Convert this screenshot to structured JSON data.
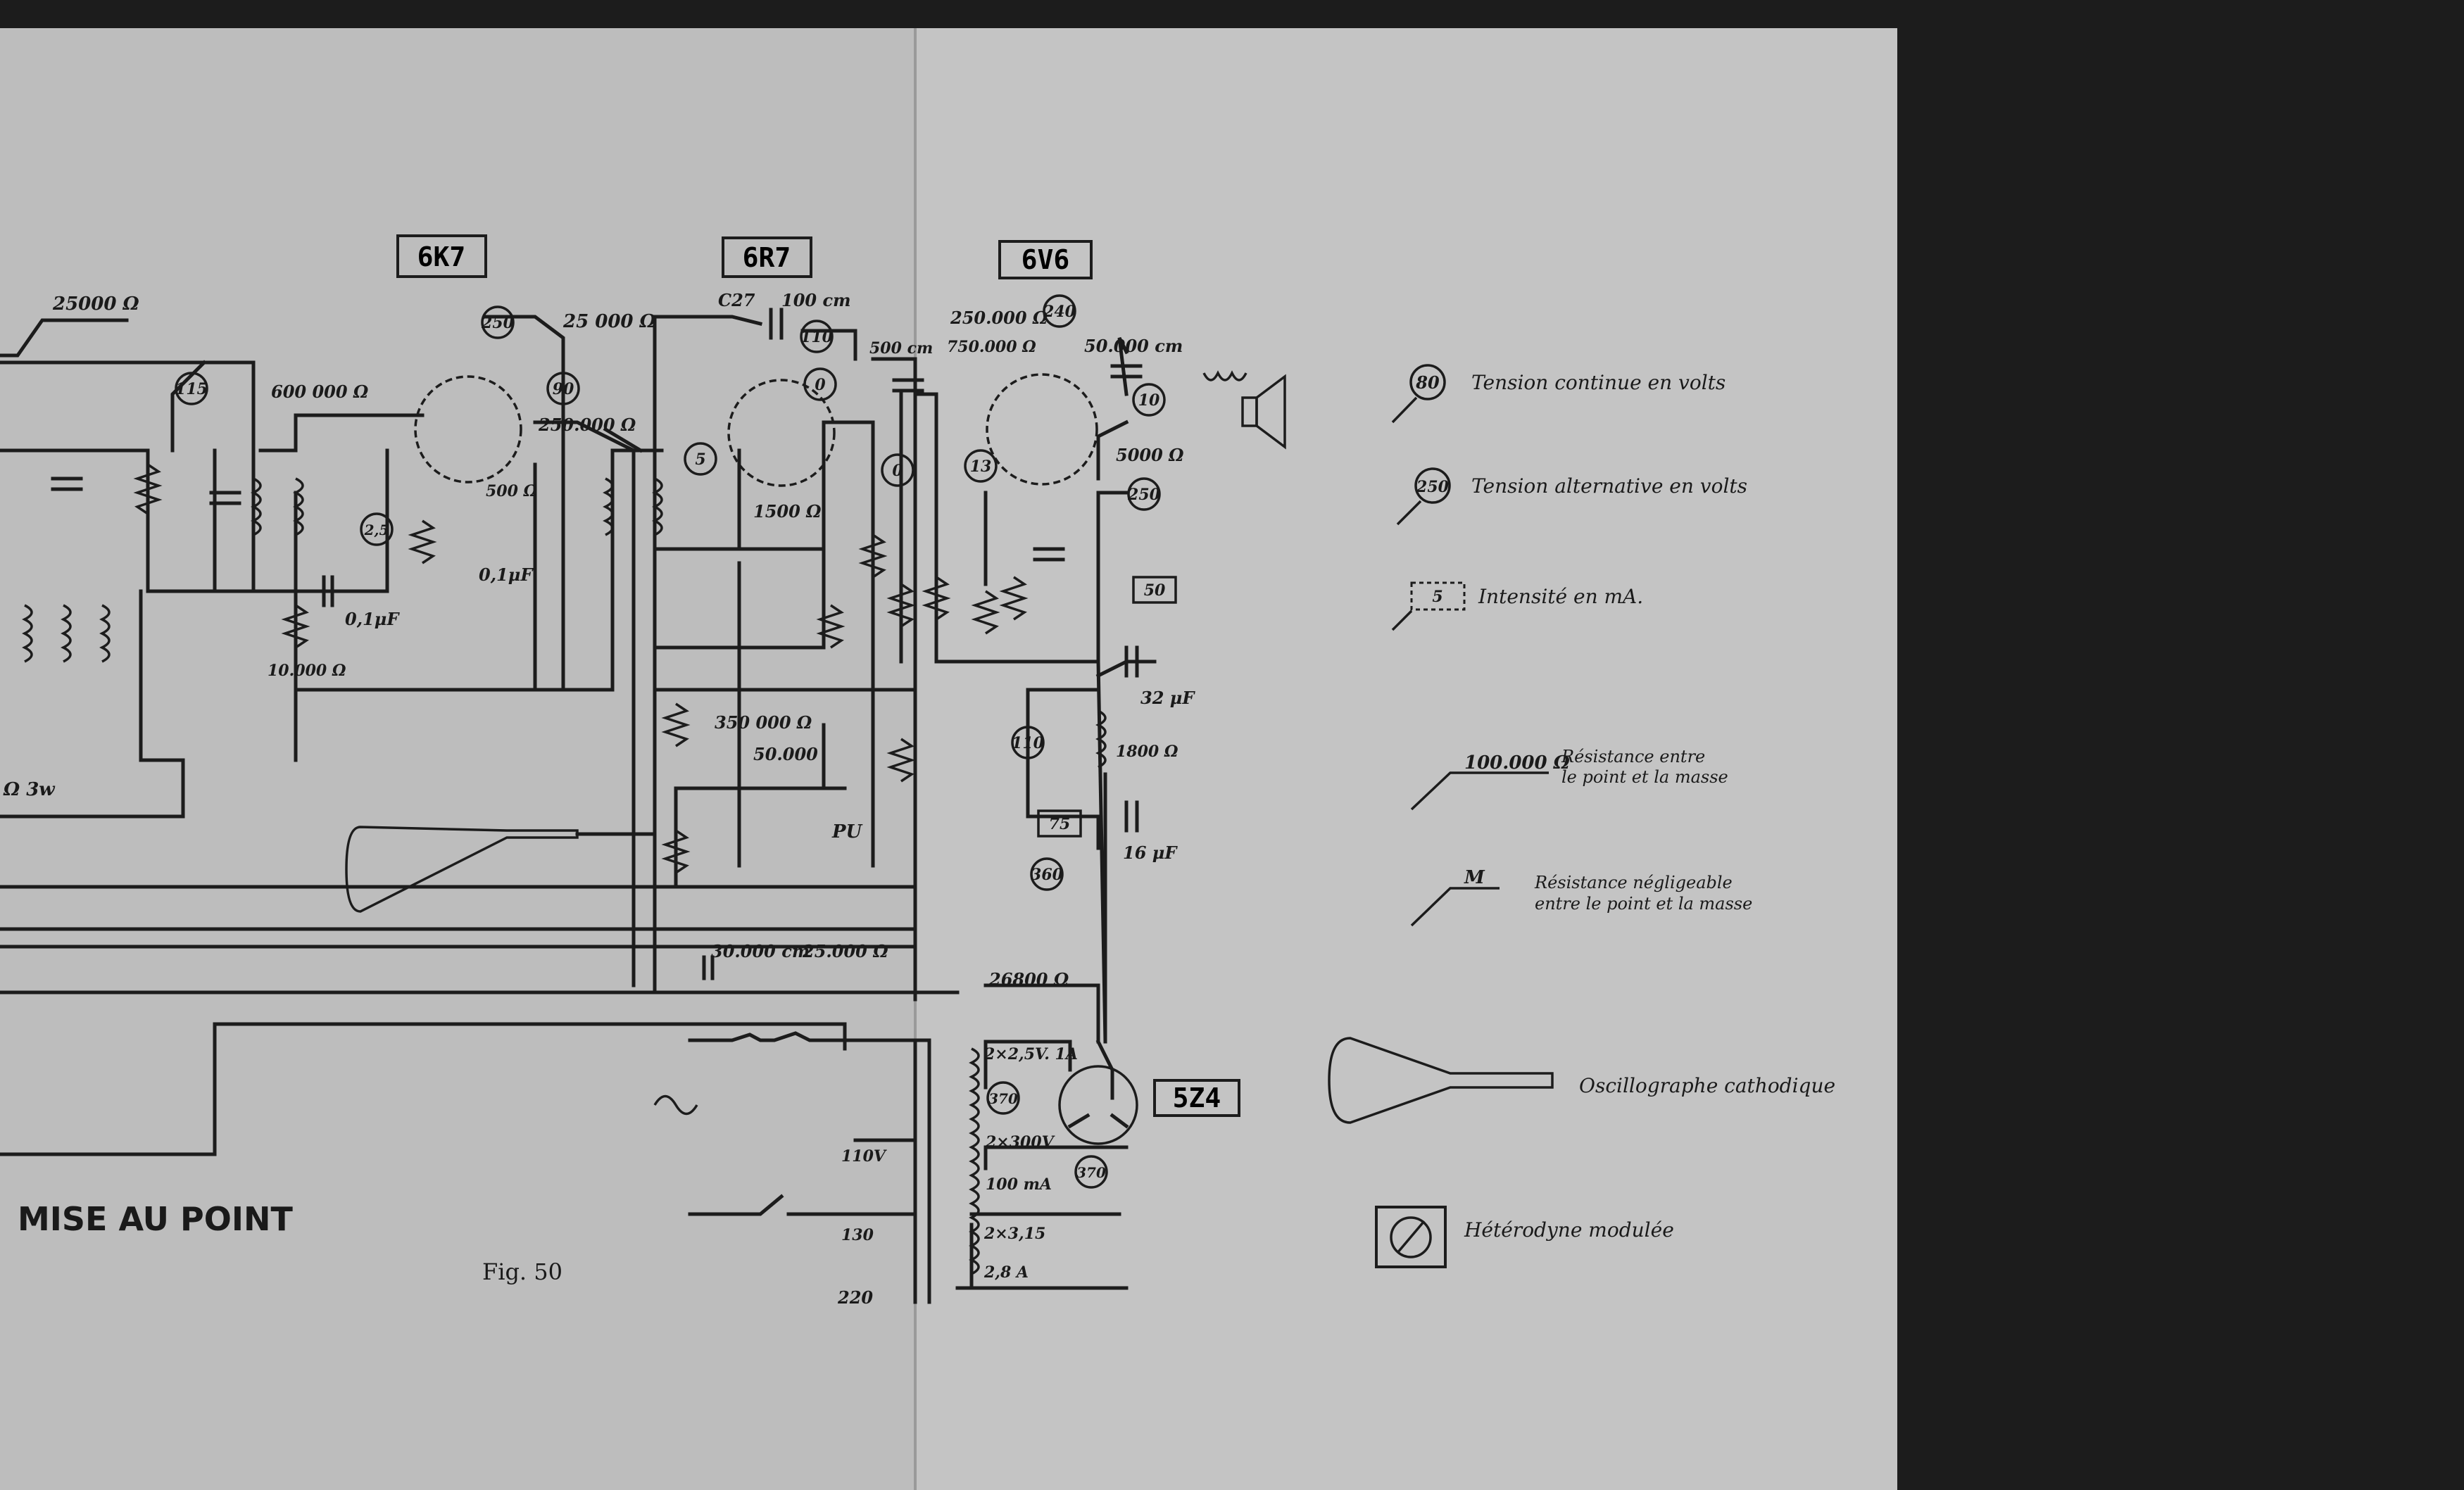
{
  "diagram": {
    "title": "MISE AU POINT",
    "figure": "Fig. 50",
    "tubes": {
      "t1": "6K7",
      "t2": "6R7",
      "t3": "6V6",
      "rect": "5Z4"
    },
    "values": {
      "r25000a": "25000 Ω",
      "r25000b": "25 000 Ω",
      "r600000": "600 000 Ω",
      "r250000a": "250.000 Ω",
      "c27": "C27",
      "c27v": "100 cm",
      "c19v": "500 cm",
      "r750000": "750.000 Ω",
      "r250000b": "250.000 Ω",
      "c29v": "50.000 cm",
      "r5000": "5000 Ω",
      "r1500": "1500 Ω",
      "r500": "500 Ω",
      "r350000": "350 000 Ω",
      "r50000": "50.000",
      "c30": "30.000 cm",
      "r25000c": "25.000 Ω",
      "r26800": "26800 Ω",
      "r1800": "1800 Ω",
      "c31v": "32 μF",
      "c32v": "16 μF",
      "r10000": "10.000 Ω",
      "c11v": "0,1μF",
      "c13v": "0,1μF",
      "r2_3w": "Ω 3w",
      "v110": "110V",
      "v130": "130",
      "v220": "220",
      "sec1": "2×2,5V. 1A",
      "sec2": "2×300V",
      "sec2b": "100 mA",
      "sec3": "2×3,15",
      "sec3b": "2,8 A",
      "pu": "PU"
    },
    "measurements": {
      "m250a": "250",
      "m115": "115",
      "m90": "90",
      "m2_5": "2,5",
      "m110": "110",
      "m0a": "0",
      "m5": "5",
      "m240": "240",
      "m0b": "0",
      "m13": "13",
      "m10": "10",
      "m250b": "250",
      "m50": "50",
      "m110b": "110",
      "m75": "75",
      "m360": "360",
      "m370a": "370",
      "m370b": "370"
    },
    "legend": {
      "dc": {
        "sample": "80",
        "text": "Tension continue en volts"
      },
      "ac": {
        "sample": "250",
        "text": "Tension alternative en volts"
      },
      "ma": {
        "sample": "5",
        "text": "Intensité en mA."
      },
      "res": {
        "sample": "100.000 Ω",
        "text1": "Résistance entre",
        "text2": "le point et la masse"
      },
      "neg": {
        "sample": "M",
        "text1": "Résistance négligeable",
        "text2": "entre le point et la masse"
      },
      "osc": {
        "text": "Oscillographe cathodique"
      },
      "het": {
        "text": "Hétérodyne modulée"
      }
    }
  }
}
